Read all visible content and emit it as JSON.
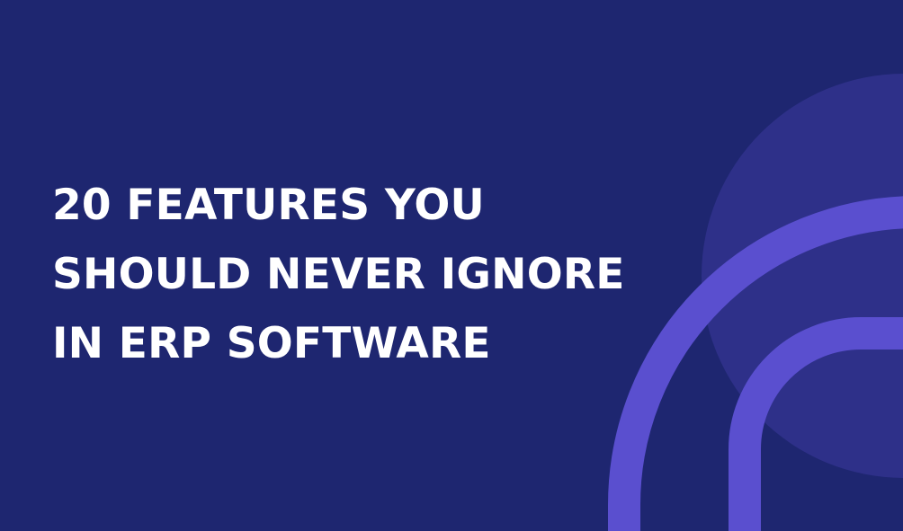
{
  "headline": {
    "lines": [
      "20 FEATURES YOU",
      "SHOULD NEVER IGNORE",
      "IN ERP SOFTWARE"
    ]
  },
  "colors": {
    "background": "#1e2670",
    "circle": "#2e3089",
    "arc": "#5a4fcf",
    "text": "#ffffff"
  }
}
